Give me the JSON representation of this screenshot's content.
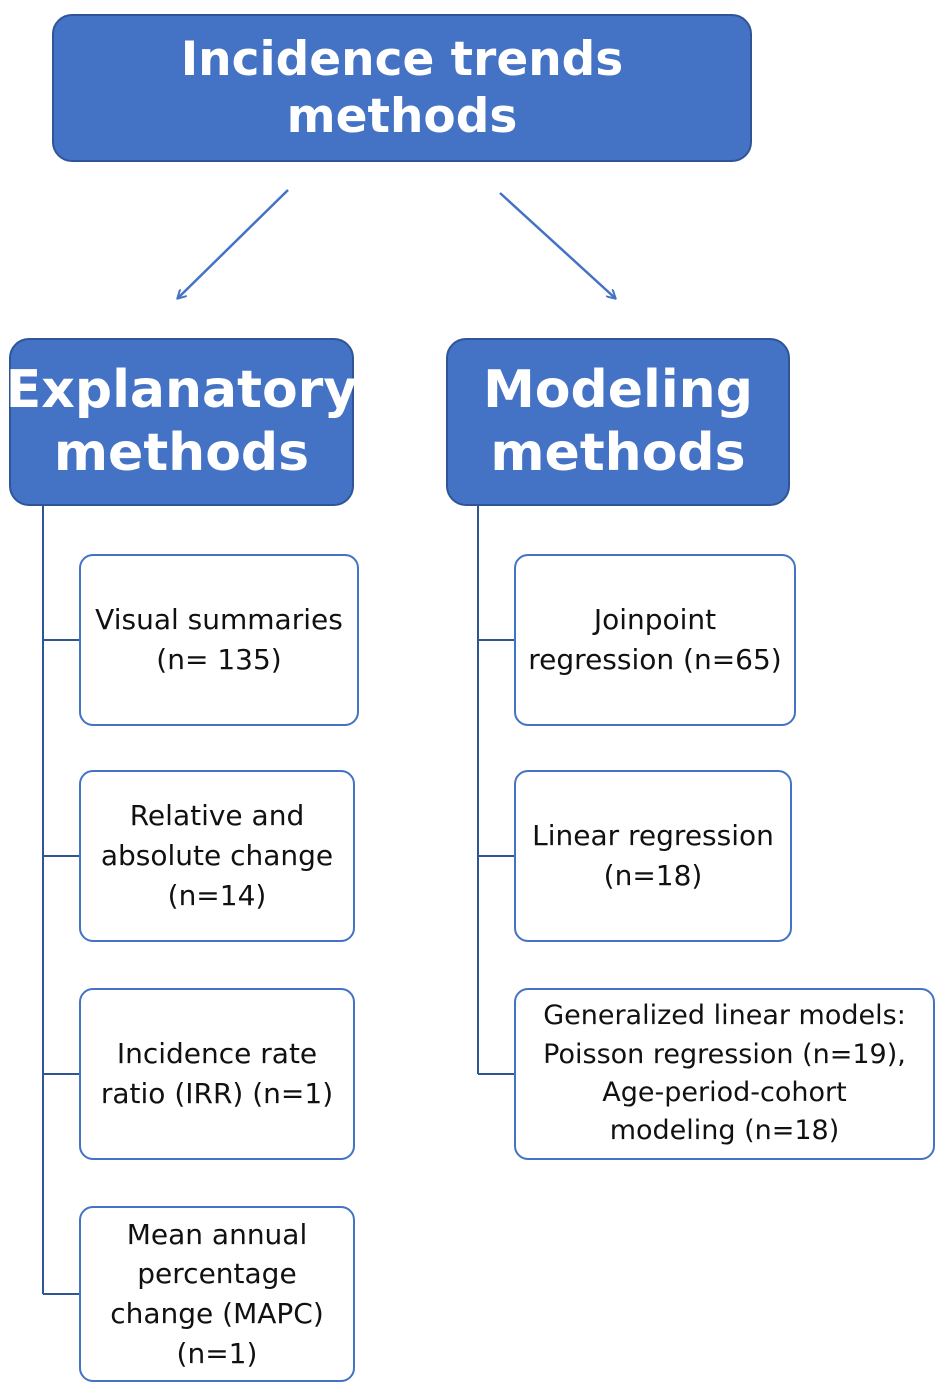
{
  "colors": {
    "header_fill": "#4472c4",
    "header_border": "#2f5597",
    "leaf_border": "#4472c4",
    "connector": "#2f5597",
    "arrow": "#4472c4"
  },
  "root": {
    "lines": [
      "Incidence trends",
      "methods"
    ]
  },
  "branches": {
    "explanatory": {
      "lines": [
        "Explanatory",
        "methods"
      ],
      "items": [
        {
          "lines": [
            "Visual summaries",
            "(n= 135)"
          ]
        },
        {
          "lines": [
            "Relative and",
            "absolute change",
            "(n=14)"
          ]
        },
        {
          "lines": [
            "Incidence rate",
            "ratio (IRR) (n=1)"
          ]
        },
        {
          "lines": [
            "Mean annual",
            "percentage",
            "change (MAPC)",
            "(n=1)"
          ]
        }
      ]
    },
    "modeling": {
      "lines": [
        "Modeling",
        "methods"
      ],
      "items": [
        {
          "lines": [
            "Joinpoint",
            "regression (n=65)"
          ]
        },
        {
          "lines": [
            "Linear regression",
            "(n=18)"
          ]
        },
        {
          "lines": [
            "Generalized linear models:",
            "Poisson regression (n=19),",
            "Age-period-cohort",
            "modeling (n=18)"
          ]
        }
      ]
    }
  }
}
